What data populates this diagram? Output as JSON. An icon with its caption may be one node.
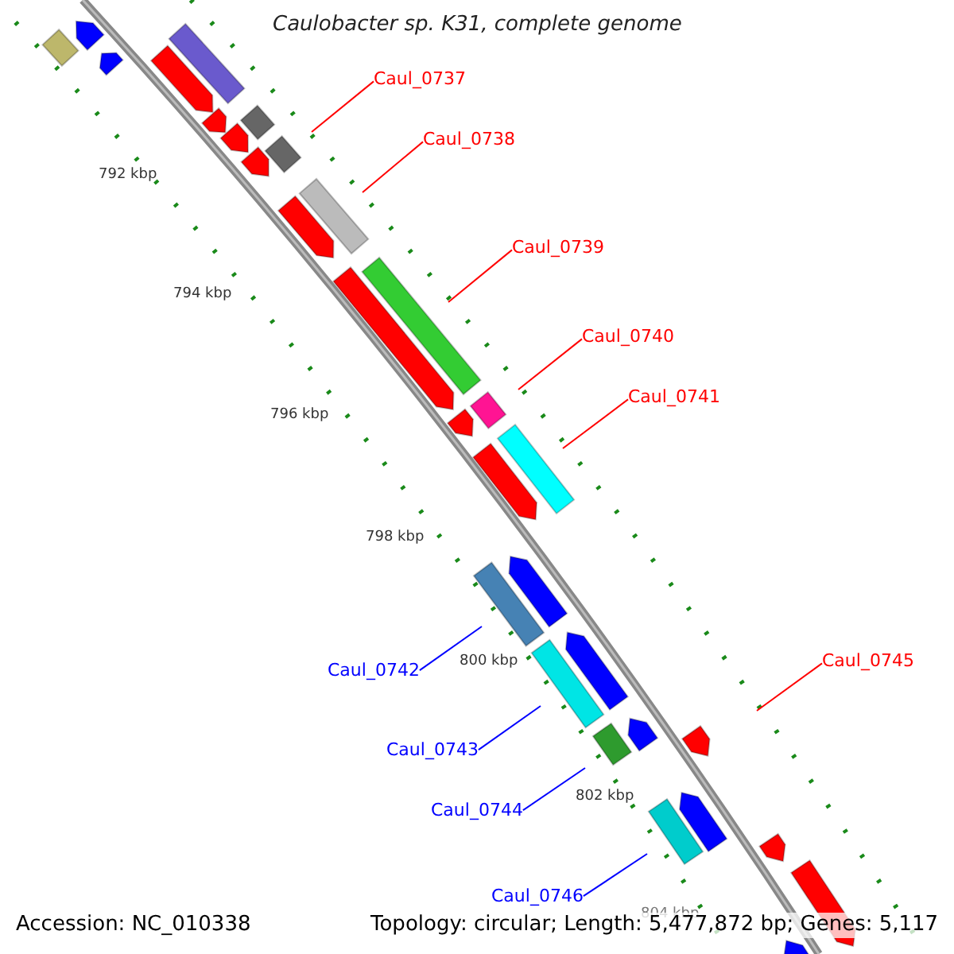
{
  "diagram": {
    "title": "Caulobacter sp. K31, complete genome",
    "nodes": [
      {
        "text": [
          "Caul_0737"
        ]
      },
      {
        "text": [
          "Caul_0738"
        ]
      },
      {
        "text": [
          "Caul_0739"
        ]
      },
      {
        "text": [
          "Caul_0740"
        ]
      },
      {
        "text": [
          "Caul_0741"
        ]
      },
      {
        "text": [
          "Caul_0742"
        ]
      },
      {
        "text": [
          "Caul_0743"
        ]
      },
      {
        "text": [
          "Caul_0745"
        ]
      },
      {
        "text": [
          "Caul_0744"
        ]
      },
      {
        "text": [
          "Caul_0746"
        ]
      }
    ],
    "edges": [
      {
        "from": 0,
        "to": null,
        "arrow": "none"
      },
      {
        "from": 1,
        "to": null,
        "arrow": "none"
      },
      {
        "from": 2,
        "to": null,
        "arrow": "none"
      },
      {
        "from": 3,
        "to": null,
        "arrow": "none"
      },
      {
        "from": 4,
        "to": null,
        "arrow": "none"
      },
      {
        "from": 5,
        "to": null,
        "arrow": "none",
        "color": "#0000ff"
      },
      {
        "from": 6,
        "to": null,
        "arrow": "none",
        "color": "#0000ff"
      },
      {
        "from": 7,
        "to": null,
        "arrow": "none"
      },
      {
        "from": 8,
        "to": null,
        "arrow": "none",
        "color": "#0000ff"
      },
      {
        "from": 9,
        "to": null,
        "arrow": "none",
        "color": "#0000ff"
      }
    ],
    "labels": [
      "792 kbp",
      "794 kbp",
      "796 kbp",
      "798 kbp",
      "800 kbp",
      "802 kbp",
      "804 kbp",
      "Accession: NC_010338",
      "Topology: circular; Length: 5,477,872 bp; Genes: 5,117"
    ]
  }
}
